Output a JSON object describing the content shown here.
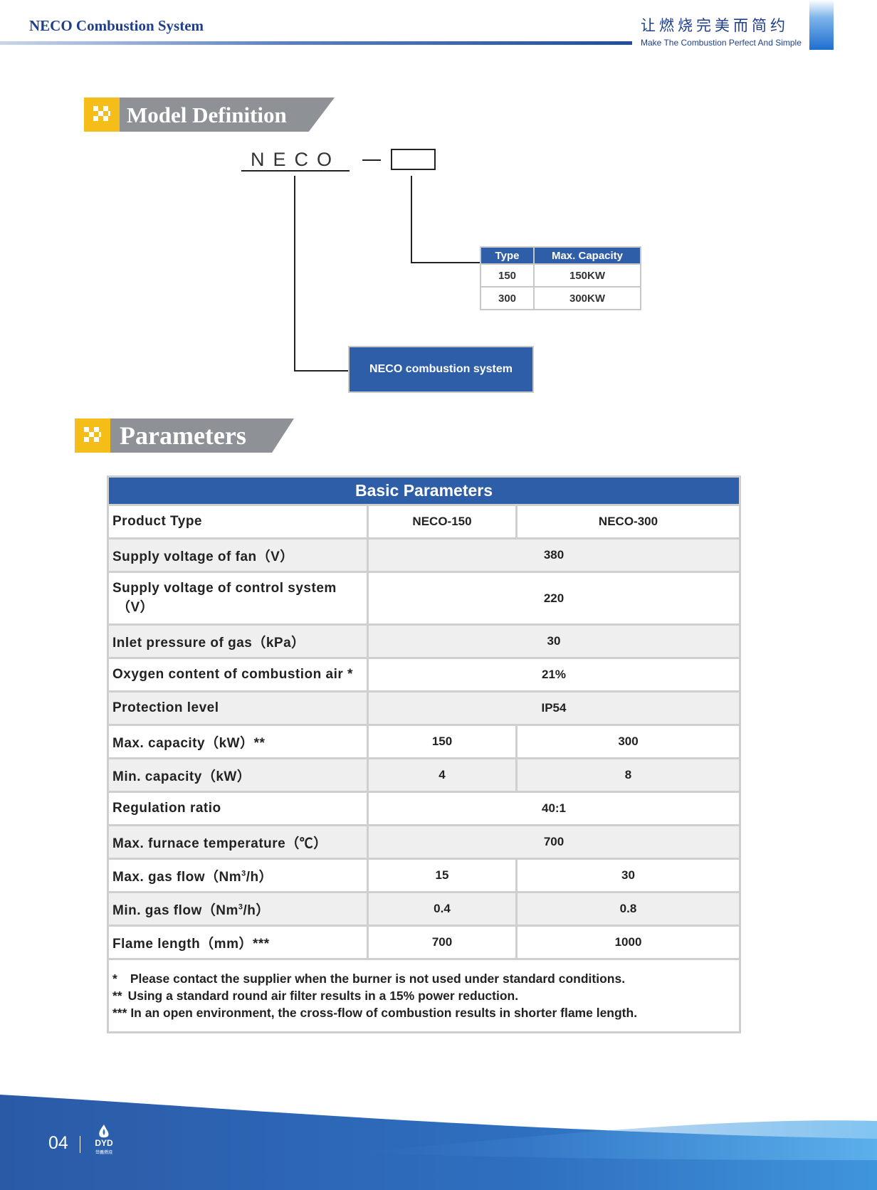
{
  "header": {
    "title": "NECO Combustion System",
    "slogan_cn": "让燃烧完美而简约",
    "slogan_en": "Make The Combustion Perfect And Simple"
  },
  "model_definition": {
    "heading": "Model Definition",
    "prefix": "NECO",
    "dash": "—",
    "type_table": {
      "headers": [
        "Type",
        "Max. Capacity"
      ],
      "rows": [
        [
          "150",
          "150KW"
        ],
        [
          "300",
          "300KW"
        ]
      ]
    },
    "system_label": "NECO combustion system"
  },
  "parameters": {
    "heading": "Parameters",
    "table_title": "Basic Parameters",
    "rows": {
      "product_type": {
        "label": "Product Type",
        "v1": "NECO-150",
        "v2": "NECO-300"
      },
      "fan_voltage": {
        "label": "Supply voltage of fan（V）",
        "v": "380"
      },
      "control_voltage": {
        "label": "Supply voltage of control system",
        "label2": "（V）",
        "v": "220"
      },
      "gas_pressure": {
        "label": "Inlet pressure of gas（kPa）",
        "v": "30"
      },
      "oxygen": {
        "label": "Oxygen content of combustion air *",
        "v": "21%"
      },
      "protection": {
        "label": "Protection level",
        "v": "IP54"
      },
      "max_capacity": {
        "label": "Max. capacity（kW）**",
        "v1": "150",
        "v2": "300"
      },
      "min_capacity": {
        "label": "Min. capacity（kW）",
        "v1": "4",
        "v2": "8"
      },
      "regulation": {
        "label": "Regulation ratio",
        "v": "40:1"
      },
      "furnace_temp": {
        "label": "Max. furnace temperature（℃）",
        "v": "700"
      },
      "max_gas_flow": {
        "label_pre": "Max. gas flow（Nm",
        "sup": "3",
        "label_post": "/h）",
        "v1": "15",
        "v2": "30"
      },
      "min_gas_flow": {
        "label_pre": "Min. gas flow（Nm",
        "sup": "3",
        "label_post": "/h）",
        "v1": "0.4",
        "v2": "0.8"
      },
      "flame_length": {
        "label": "Flame length（mm）***",
        "v1": "700",
        "v2": "1000"
      }
    },
    "notes": [
      {
        "mark": "*",
        "text": "Please contact the supplier when the burner is not used under standard conditions."
      },
      {
        "mark": "**",
        "text": "Using a standard round air filter results in a 15% power reduction."
      },
      {
        "mark": "***",
        "text": "In an open environment, the cross-flow of combustion results in shorter flame length."
      }
    ]
  },
  "footer": {
    "page_number": "04",
    "logo_text": "DYD",
    "logo_sub": "岱義燃烧"
  },
  "colors": {
    "brand_blue": "#2f5ea8",
    "accent_yellow": "#f4bd18",
    "banner_gray": "#8e9196"
  }
}
